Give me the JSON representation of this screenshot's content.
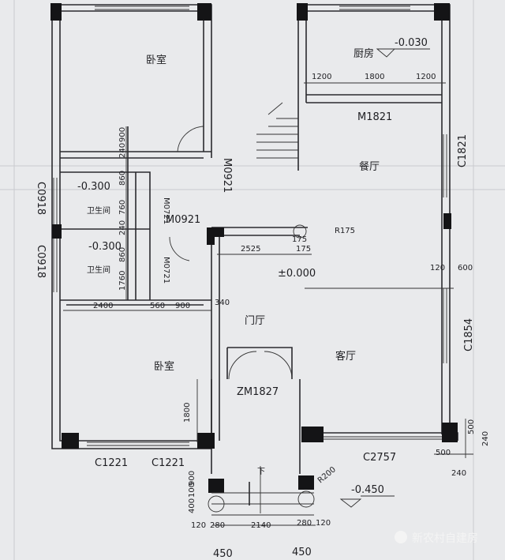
{
  "rooms": {
    "bedroom_top": "卧室",
    "kitchen": "厨房",
    "dining": "餐厅",
    "foyer": "门厅",
    "living": "客厅",
    "bedroom_bottom": "卧室",
    "bath_1": "卫生间",
    "bath_2": "卫生间"
  },
  "doors": {
    "m0921_top": "M0921",
    "m0921_mid": "M0921",
    "m0721_a": "M0721",
    "m0721_b": "M0721",
    "m1821": "M1821",
    "zm1827": "ZM1827"
  },
  "windows": {
    "c0918_a": "C0918",
    "c0918_b": "C0918",
    "c1821": "C1821",
    "c1854": "C1854",
    "c1221_a": "C1221",
    "c1221_b": "C1221",
    "c2757": "C2757"
  },
  "levels": {
    "kitchen": "-0.030",
    "bath_1": "-0.300",
    "bath_2": "-0.300",
    "foyer": "±0.000",
    "outside": "-0.450"
  },
  "dimensions": {
    "k1": "1200",
    "k2": "1800",
    "k3": "1200",
    "r175": "R175",
    "d2525": "2525",
    "d175a": "175",
    "d175b": "175",
    "d120": "120",
    "d600": "600",
    "d2400": "2400",
    "d560": "560",
    "d900": "900",
    "d340": "340",
    "d1800": "1800",
    "v900": "900",
    "v240a": "240",
    "v860a": "860",
    "v240b": "240",
    "v860b": "860",
    "v760": "760",
    "v1760": "1760",
    "r500a": "500",
    "r240a": "240",
    "r500b": "500",
    "r240b": "240",
    "r200": "R200",
    "s120a": "120",
    "s280a": "280",
    "s2140": "2140",
    "s280b": "280",
    "s120b": "120",
    "s450a": "450",
    "s450b": "450",
    "l900": "900",
    "l400": "400",
    "l100": "100"
  },
  "stairs_label": "下",
  "watermark": "新农村自建房"
}
